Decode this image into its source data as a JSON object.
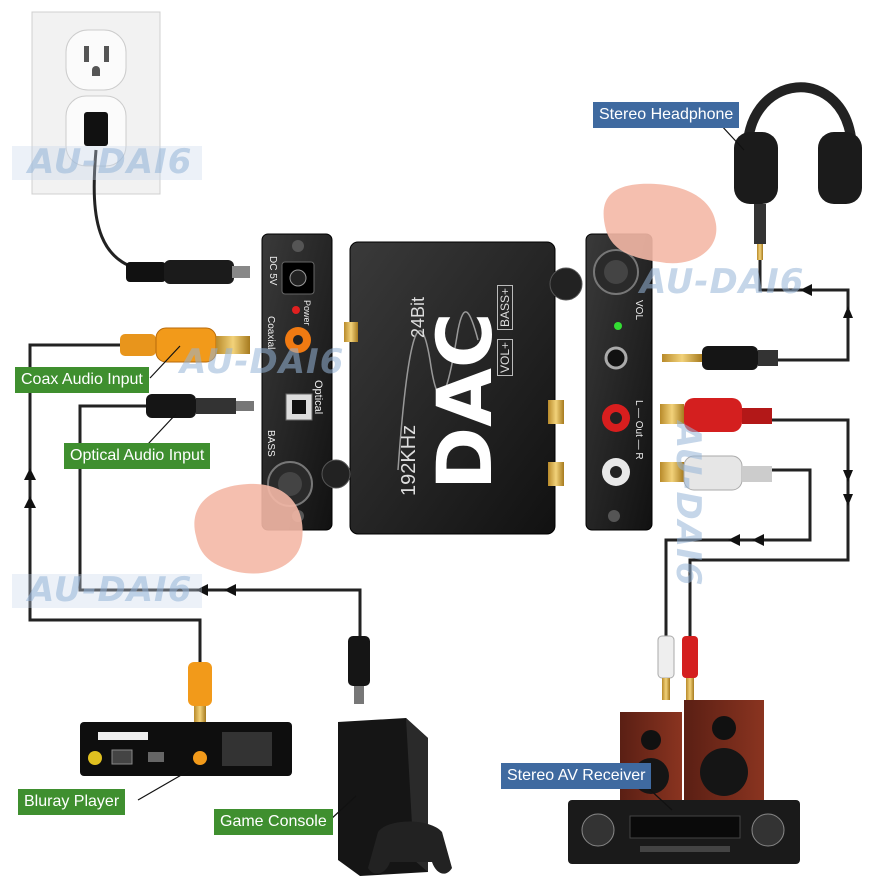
{
  "watermark": "AU-DAI6",
  "labels": {
    "coax_input": "Coax Audio Input",
    "optical_input": "Optical Audio Input",
    "bluray": "Bluray Player",
    "game_console": "Game Console",
    "headphone": "Stereo Headphone",
    "av_receiver": "Stereo AV Receiver"
  },
  "device": {
    "dac_text": "DAC",
    "khz_text": "192KHz",
    "bit_text": "24Bit",
    "vol_badge": "VOL+",
    "bass_badge": "BASS+",
    "left_panel": {
      "dc": "DC 5V",
      "power": "Power",
      "coaxial": "Coaxial",
      "optical": "Optical",
      "bass": "BASS"
    },
    "right_panel": {
      "vol": "VOL",
      "out": "L — Out — R"
    }
  },
  "colors": {
    "label_green": "#3f8f2f",
    "label_blue": "#3f6aa0",
    "cable": "#222222",
    "device_body": "#1c1c1c"
  }
}
